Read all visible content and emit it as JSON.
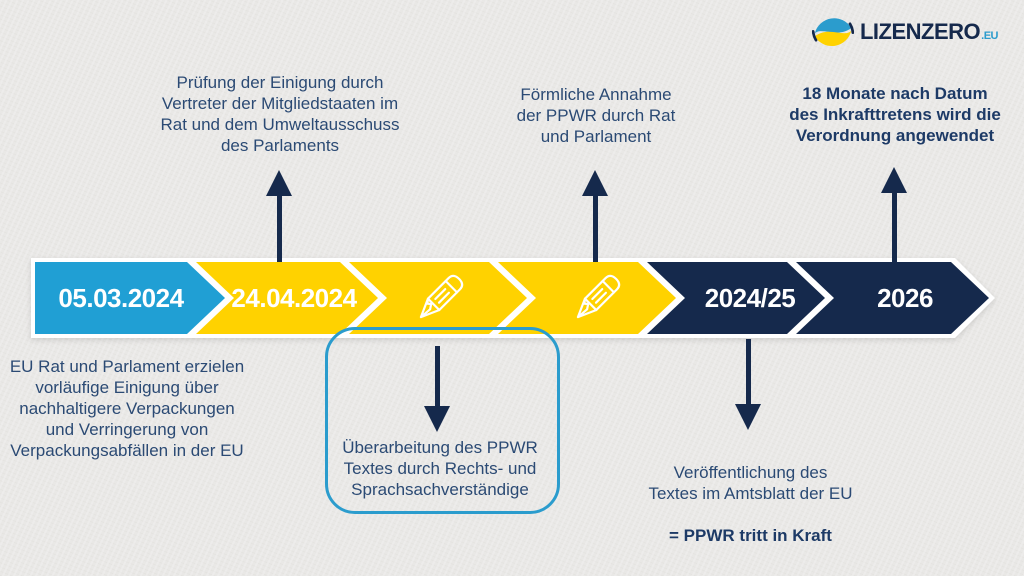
{
  "logo": {
    "brand": "LIZENZERO",
    "tld": ".EU"
  },
  "colors": {
    "navy": "#15294c",
    "blue": "#209fd4",
    "yellow": "#ffd200",
    "box_border": "#2b9ccd",
    "text": "#2b4a74",
    "text_bold": "#1d3a66",
    "background": "#e9e8e6",
    "separator_white": "#ffffff"
  },
  "timeline": {
    "segments": [
      {
        "label": "05.03.2024",
        "color": "#209fd4",
        "icon": ""
      },
      {
        "label": "24.04.2024",
        "color": "#ffd200",
        "icon": ""
      },
      {
        "label": "",
        "color": "#ffd200",
        "icon": "pencil-icon"
      },
      {
        "label": "",
        "color": "#ffd200",
        "icon": "pencil-icon"
      },
      {
        "label": "2024/25",
        "color": "#15294c",
        "icon": ""
      },
      {
        "label": "2026",
        "color": "#15294c",
        "icon": ""
      }
    ]
  },
  "annotations": {
    "top_left": {
      "lines": [
        "Prüfung der Einigung durch",
        "Vertreter der Mitgliedstaaten im",
        "Rat und dem Umweltausschuss",
        "des Parlaments"
      ]
    },
    "top_middle": {
      "lines": [
        "Förmliche Annahme",
        "der PPWR durch Rat",
        "und Parlament"
      ]
    },
    "top_right": {
      "lines": [
        "18 Monate nach Datum",
        "des Inkrafttretens wird die",
        "Verordnung angewendet"
      ]
    },
    "bottom_left": {
      "lines": [
        "EU Rat und Parlament erzielen",
        "vorläufige Einigung über",
        "nachhaltigere Verpackungen",
        "und Verringerung von",
        "Verpackungsabfällen in der EU"
      ]
    },
    "bottom_middle": {
      "lines": [
        "Überarbeitung des PPWR",
        "Textes durch Rechts- und",
        "Sprachsachverständige"
      ]
    },
    "bottom_right": {
      "lines": [
        "Veröffentlichung des",
        "Textes im Amtsblatt der EU"
      ],
      "bold_line": "= PPWR tritt in Kraft"
    }
  }
}
